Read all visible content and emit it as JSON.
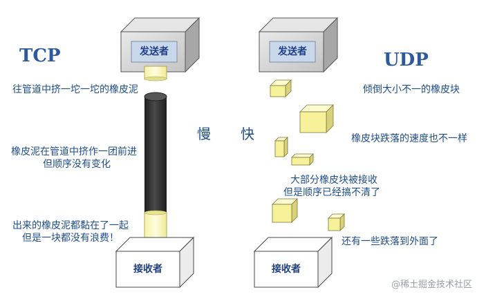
{
  "tcp": {
    "title": "TCP",
    "sender": "发送者",
    "receiver": "接收者",
    "note1": "往管道中挤一坨一坨的橡皮泥",
    "note2_line1": "橡皮泥在管道中挤作一团前进",
    "note2_line2": "但顺序没有变化",
    "note3_line1": "出来的橡皮泥都黏在了一起",
    "note3_line2": "但是一块都没有浪费！"
  },
  "udp": {
    "title": "UDP",
    "sender": "发送者",
    "receiver": "接收者",
    "note1": "倾倒大小不一的橡皮块",
    "note2": "橡皮块跌落的速度也不一样",
    "note3_line1": "大部分橡皮块被接收",
    "note3_line2": "但是顺序已经搞不清了",
    "note4": "还有一些跌落到外面了"
  },
  "speed": {
    "slow": "慢",
    "fast": "快"
  },
  "watermark": "@稀土掘金技术社区",
  "colors": {
    "text_blue": "#1f4e8c",
    "title_blue": "#2c5a9c",
    "box_grey": "#d6d6d6",
    "block_yellow": "#f7f29a",
    "pipe_dark": "#2f2f2f"
  }
}
